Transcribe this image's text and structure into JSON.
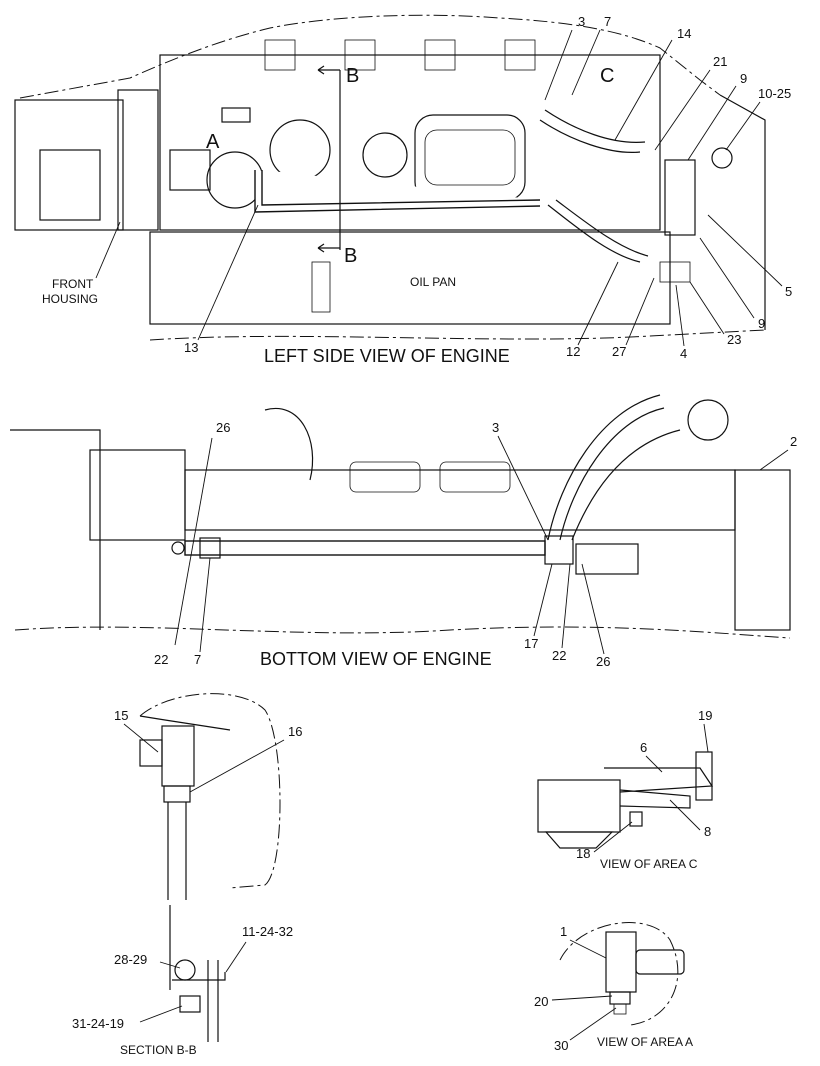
{
  "views": {
    "left_side": "LEFT SIDE VIEW OF ENGINE",
    "bottom": "BOTTOM VIEW OF ENGINE",
    "area_c": "VIEW OF AREA C",
    "area_a": "VIEW OF AREA A",
    "section_bb": "SECTION B-B"
  },
  "labels": {
    "front_housing_1": "FRONT",
    "front_housing_2": "HOUSING",
    "oil_pan": "OIL PAN",
    "area_a": "A",
    "area_c": "C",
    "section_b": "B"
  },
  "callouts": {
    "left": [
      "3",
      "7",
      "14",
      "21",
      "9",
      "10-25",
      "5",
      "9",
      "23",
      "4",
      "27",
      "12",
      "13"
    ],
    "bottom": [
      "26",
      "3",
      "2",
      "22",
      "7",
      "17",
      "22",
      "26"
    ],
    "detail_c": [
      "6",
      "19",
      "8",
      "18"
    ],
    "detail_a": [
      "1",
      "20",
      "30"
    ],
    "section": [
      "15",
      "16",
      "28-29",
      "11-24-32",
      "31-24-19"
    ]
  }
}
